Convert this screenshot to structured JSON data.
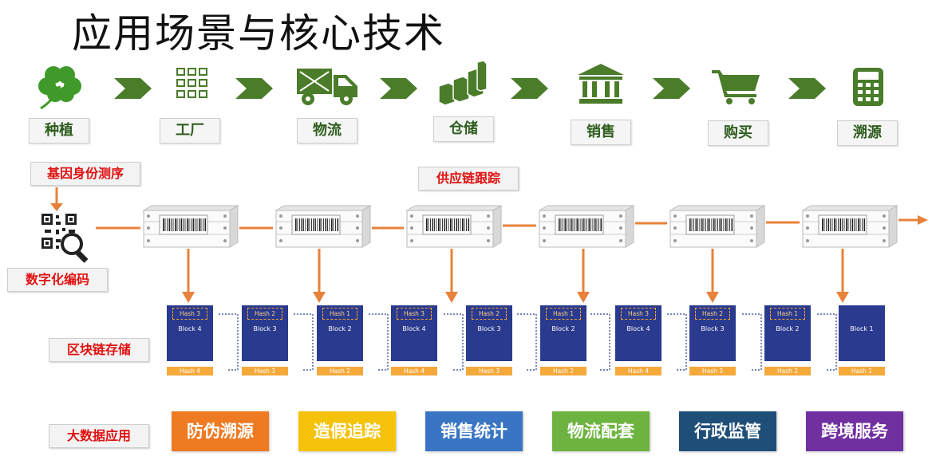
{
  "title": "应用场景与核心技术",
  "stages": [
    {
      "label": "种植",
      "icon": "clover-icon"
    },
    {
      "label": "工厂",
      "icon": "grid-icon"
    },
    {
      "label": "物流",
      "icon": "truck-icon"
    },
    {
      "label": "仓储",
      "icon": "boxes-icon"
    },
    {
      "label": "销售",
      "icon": "bank-icon"
    },
    {
      "label": "购买",
      "icon": "cart-icon"
    },
    {
      "label": "溯源",
      "icon": "calculator-icon"
    }
  ],
  "labels": {
    "gene": "基因身份测序",
    "supply_chain": "供应链跟踪",
    "digital": "数字化编码",
    "blockchain": "区块链存储",
    "bigdata": "大数据应用"
  },
  "blocks": [
    {
      "hash_top": "Hash 3",
      "name": "Block 4",
      "hash_bottom": "Hash 4"
    },
    {
      "hash_top": "Hash 2",
      "name": "Block 3",
      "hash_bottom": "Hash 3"
    },
    {
      "hash_top": "Hash 1",
      "name": "Block 2",
      "hash_bottom": "Hash 2"
    },
    {
      "hash_top": "Hash 3",
      "name": "Block 4",
      "hash_bottom": "Hash 4"
    },
    {
      "hash_top": "Hash 2",
      "name": "Block 3",
      "hash_bottom": "Hash 3"
    },
    {
      "hash_top": "Hash 1",
      "name": "Block 2",
      "hash_bottom": "Hash 2"
    },
    {
      "hash_top": "Hash 3",
      "name": "Block 4",
      "hash_bottom": "Hash 4"
    },
    {
      "hash_top": "Hash 2",
      "name": "Block 3",
      "hash_bottom": "Hash 3"
    },
    {
      "hash_top": "Hash 1",
      "name": "Block 2",
      "hash_bottom": "Hash 2"
    },
    {
      "hash_top": "",
      "name": "Block 1",
      "hash_bottom": "Hash 1"
    }
  ],
  "applications": [
    {
      "label": "防伪溯源",
      "color": "#ee7a22"
    },
    {
      "label": "造假追踪",
      "color": "#f5c20a"
    },
    {
      "label": "销售统计",
      "color": "#3a75c4"
    },
    {
      "label": "物流配套",
      "color": "#6db33f"
    },
    {
      "label": "行政监管",
      "color": "#1f4e79"
    },
    {
      "label": "跨境服务",
      "color": "#7030a0"
    }
  ],
  "colors": {
    "green": "#4a7c2a",
    "orange": "#e8823a",
    "block": "#2a3a8e"
  }
}
